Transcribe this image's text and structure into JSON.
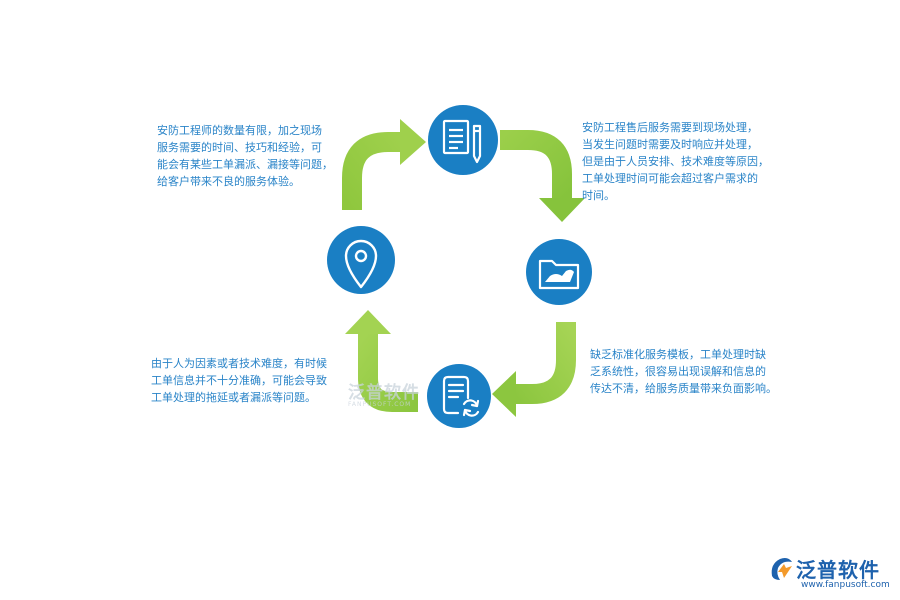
{
  "texts": {
    "top_left": [
      "安防工程师的数量有限，加之现场",
      "服务需要的时间、技巧和经验，可",
      "能会有某些工单漏派、漏接等问题，",
      "给客户带来不良的服务体验。"
    ],
    "top_right": [
      "安防工程售后服务需要到现场处理，",
      "当发生问题时需要及时响应并处理，",
      "但是由于人员安排、技术难度等原因，",
      "工单处理时间可能会超过客户需求的",
      "时间。"
    ],
    "bottom_right": [
      "缺乏标准化服务模板，工单处理时缺",
      "乏系统性，很容易出现误解和信息的",
      "传达不清，给服务质量带来负面影响。"
    ],
    "bottom_left": [
      "由于人为因素或者技术难度，有时候",
      "工单信息并不十分准确，可能会导致",
      "工单处理的拖延或者漏派等问题。"
    ]
  },
  "icons": {
    "top": "document-edit-icon",
    "right": "folder-icon",
    "bottom": "document-refresh-icon",
    "left": "location-pin-icon"
  },
  "watermark": {
    "name": "泛普软件",
    "sub": "FANPUSOFT.COM"
  },
  "logo": {
    "name": "泛普软件",
    "url": "www.fanpusoft.com"
  },
  "colors": {
    "arrow_green": "#8cc63f",
    "circle_blue": "#1a7fc4",
    "text_blue": "#2a84c8",
    "logo_blue": "#1e62ad",
    "logo_orange": "#f39a2b"
  }
}
